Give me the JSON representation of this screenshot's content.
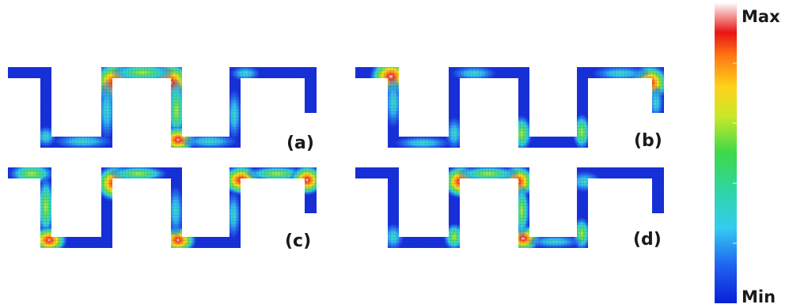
{
  "panels": [
    {
      "id": "a",
      "label": "(a)"
    },
    {
      "id": "b",
      "label": "(b)"
    },
    {
      "id": "c",
      "label": "(c)"
    },
    {
      "id": "d",
      "label": "(d)"
    }
  ],
  "colorbar": {
    "max_label": "Max",
    "min_label": "Min",
    "stops": [
      "#0a1fd8",
      "#1e6ff0",
      "#33ccf0",
      "#2fd67a",
      "#a5e62a",
      "#ffd21a",
      "#ff7a14",
      "#e81414",
      "#ffffff"
    ]
  },
  "colors": {
    "field_background": "#1730d8",
    "hotspot_core": "#ffffff",
    "hotspot_hot": "#e81414"
  }
}
